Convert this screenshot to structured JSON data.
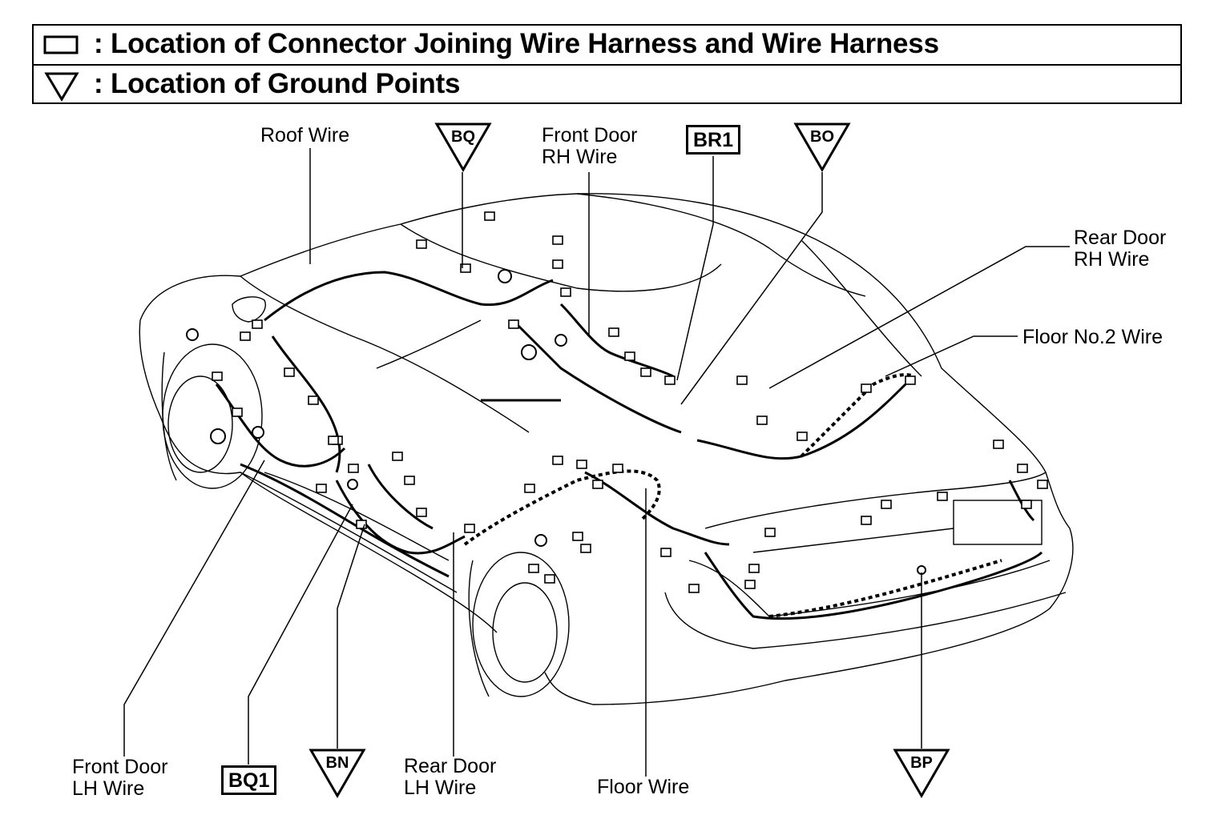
{
  "legend": {
    "connector_text": ": Location of Connector Joining Wire Harness and Wire Harness",
    "ground_text": ": Location of Ground Points"
  },
  "wires": {
    "roof": "Roof Wire",
    "front_door_rh_1": "Front Door",
    "front_door_rh_2": "RH Wire",
    "rear_door_rh_1": "Rear Door",
    "rear_door_rh_2": "RH Wire",
    "floor_no2": "Floor No.2 Wire",
    "front_door_lh_1": "Front Door",
    "front_door_lh_2": "LH Wire",
    "rear_door_lh_1": "Rear Door",
    "rear_door_lh_2": "LH Wire",
    "floor": "Floor Wire"
  },
  "connectors": {
    "br1": "BR1",
    "bq1": "BQ1"
  },
  "grounds": {
    "bq": "BQ",
    "bo": "BO",
    "bn": "BN",
    "bp": "BP"
  }
}
